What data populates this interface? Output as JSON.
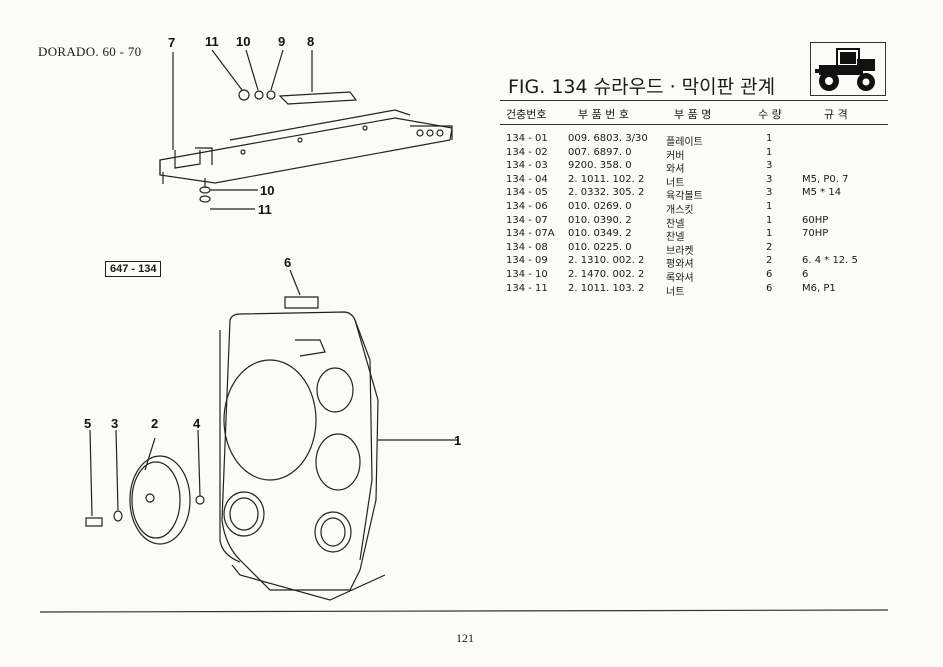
{
  "header": {
    "model": "DORADO. 60 - 70",
    "figure_title": "FIG. 134 슈라우드 · 막이판 관계",
    "reference_box": "647 - 134"
  },
  "icons": {
    "tractor": "tractor-icon"
  },
  "callouts": {
    "top": [
      "7",
      "11",
      "10",
      "9",
      "8",
      "10",
      "11"
    ],
    "lower": [
      "6",
      "5",
      "3",
      "2",
      "4",
      "1"
    ]
  },
  "table": {
    "columns": [
      "건충번호",
      "부 품 번 호",
      "부 품 명",
      "수 량",
      "규 격"
    ],
    "rows": [
      {
        "no": "134 - 01",
        "part": "009. 6803. 3/30",
        "name": "플레이트",
        "qty": "1",
        "spec": ""
      },
      {
        "no": "134 - 02",
        "part": "007. 6897. 0",
        "name": "커버",
        "qty": "1",
        "spec": ""
      },
      {
        "no": "134 - 03",
        "part": "9200. 358. 0",
        "name": "와셔",
        "qty": "3",
        "spec": ""
      },
      {
        "no": "134 - 04",
        "part": "2. 1011. 102. 2",
        "name": "너트",
        "qty": "3",
        "spec": "M5, P0. 7"
      },
      {
        "no": "134 - 05",
        "part": "2. 0332. 305. 2",
        "name": "육각볼트",
        "qty": "3",
        "spec": "M5 * 14"
      },
      {
        "no": "134 - 06",
        "part": "010. 0269. 0",
        "name": "개스킷",
        "qty": "1",
        "spec": ""
      },
      {
        "no": "134 - 07",
        "part": "010. 0390. 2",
        "name": "찬넬",
        "qty": "1",
        "spec": "60HP"
      },
      {
        "no": "134 - 07A",
        "part": "010. 0349. 2",
        "name": "찬넬",
        "qty": "1",
        "spec": "70HP"
      },
      {
        "no": "134 - 08",
        "part": "010. 0225. 0",
        "name": "브라켓",
        "qty": "2",
        "spec": ""
      },
      {
        "no": "134 - 09",
        "part": "2. 1310. 002. 2",
        "name": "평와셔",
        "qty": "2",
        "spec": "6. 4 * 12. 5"
      },
      {
        "no": "134 - 10",
        "part": "2. 1470. 002. 2",
        "name": "록와셔",
        "qty": "6",
        "spec": "6"
      },
      {
        "no": "134 - 11",
        "part": "2. 1011. 103. 2",
        "name": "너트",
        "qty": "6",
        "spec": "M6, P1"
      }
    ]
  },
  "footer": {
    "page_number": "121"
  }
}
